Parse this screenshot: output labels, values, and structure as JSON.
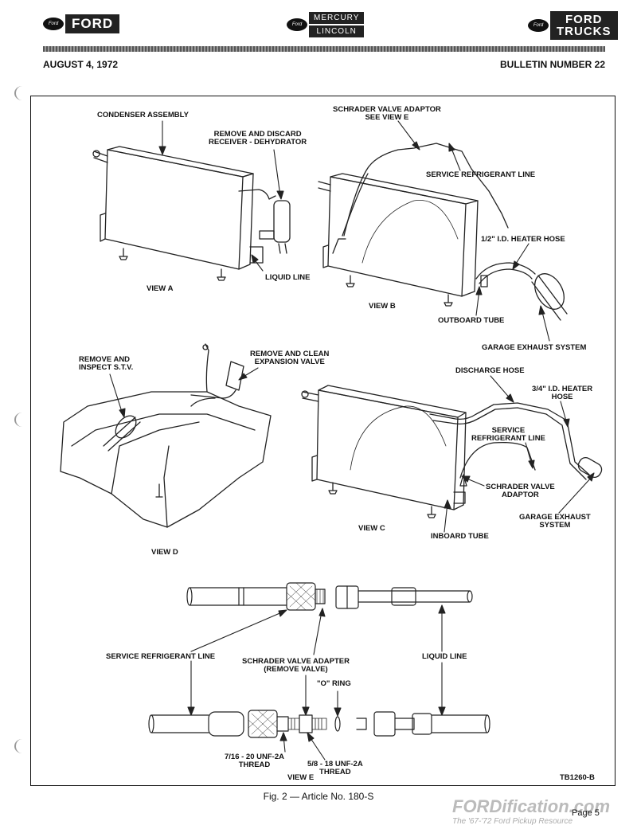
{
  "header": {
    "ford_oval": "Ford",
    "ford": "FORD",
    "mercury": "MERCURY",
    "lincoln": "LINCOLN",
    "trucks_line1": "FORD",
    "trucks_line2": "TRUCKS",
    "date": "AUGUST 4, 1972",
    "bulletin": "BULLETIN NUMBER 22"
  },
  "labels": {
    "condenser_assembly": "CONDENSER ASSEMBLY",
    "remove_receiver_1": "REMOVE AND DISCARD",
    "remove_receiver_2": "RECEIVER - DEHYDRATOR",
    "liquid_line_a": "LIQUID LINE",
    "view_a": "VIEW A",
    "schrader_adaptor_1": "SCHRADER VALVE ADAPTOR",
    "schrader_adaptor_2": "SEE VIEW E",
    "service_line_b": "SERVICE REFRIGERANT LINE",
    "heater_hose_b": "1/2\" I.D. HEATER HOSE",
    "view_b": "VIEW B",
    "outboard_tube": "OUTBOARD TUBE",
    "garage_exhaust_b": "GARAGE EXHAUST SYSTEM",
    "remove_stv_1": "REMOVE AND",
    "remove_stv_2": "INSPECT S.T.V.",
    "clean_valve_1": "REMOVE AND CLEAN",
    "clean_valve_2": "EXPANSION VALVE",
    "discharge_hose": "DISCHARGE HOSE",
    "heater_hose_c_1": "3/4\" I.D. HEATER",
    "heater_hose_c_2": "HOSE",
    "service_line_c_1": "SERVICE",
    "service_line_c_2": "REFRIGERANT LINE",
    "schrader_c_1": "SCHRADER VALVE",
    "schrader_c_2": "ADAPTOR",
    "garage_exhaust_c_1": "GARAGE EXHAUST",
    "garage_exhaust_c_2": "SYSTEM",
    "view_c": "VIEW C",
    "inboard_tube": "INBOARD TUBE",
    "view_d": "VIEW D",
    "service_line_e": "SERVICE REFRIGERANT LINE",
    "schrader_adapter_e_1": "SCHRADER VALVE ADAPTER",
    "schrader_adapter_e_2": "(REMOVE VALVE)",
    "liquid_line_e": "LIQUID LINE",
    "o_ring": "\"O\" RING",
    "thread1_1": "7/16 - 20 UNF-2A",
    "thread1_2": "THREAD",
    "thread2_1": "5/8 - 18 UNF-2A",
    "thread2_2": "THREAD",
    "view_e": "VIEW E",
    "tb_number": "TB1260-B"
  },
  "caption": "Fig. 2 — Article No. 180-S",
  "page_number": "Page 5",
  "watermark": "FORDification.com",
  "watermark_sub": "The '67-'72 Ford Pickup Resource"
}
